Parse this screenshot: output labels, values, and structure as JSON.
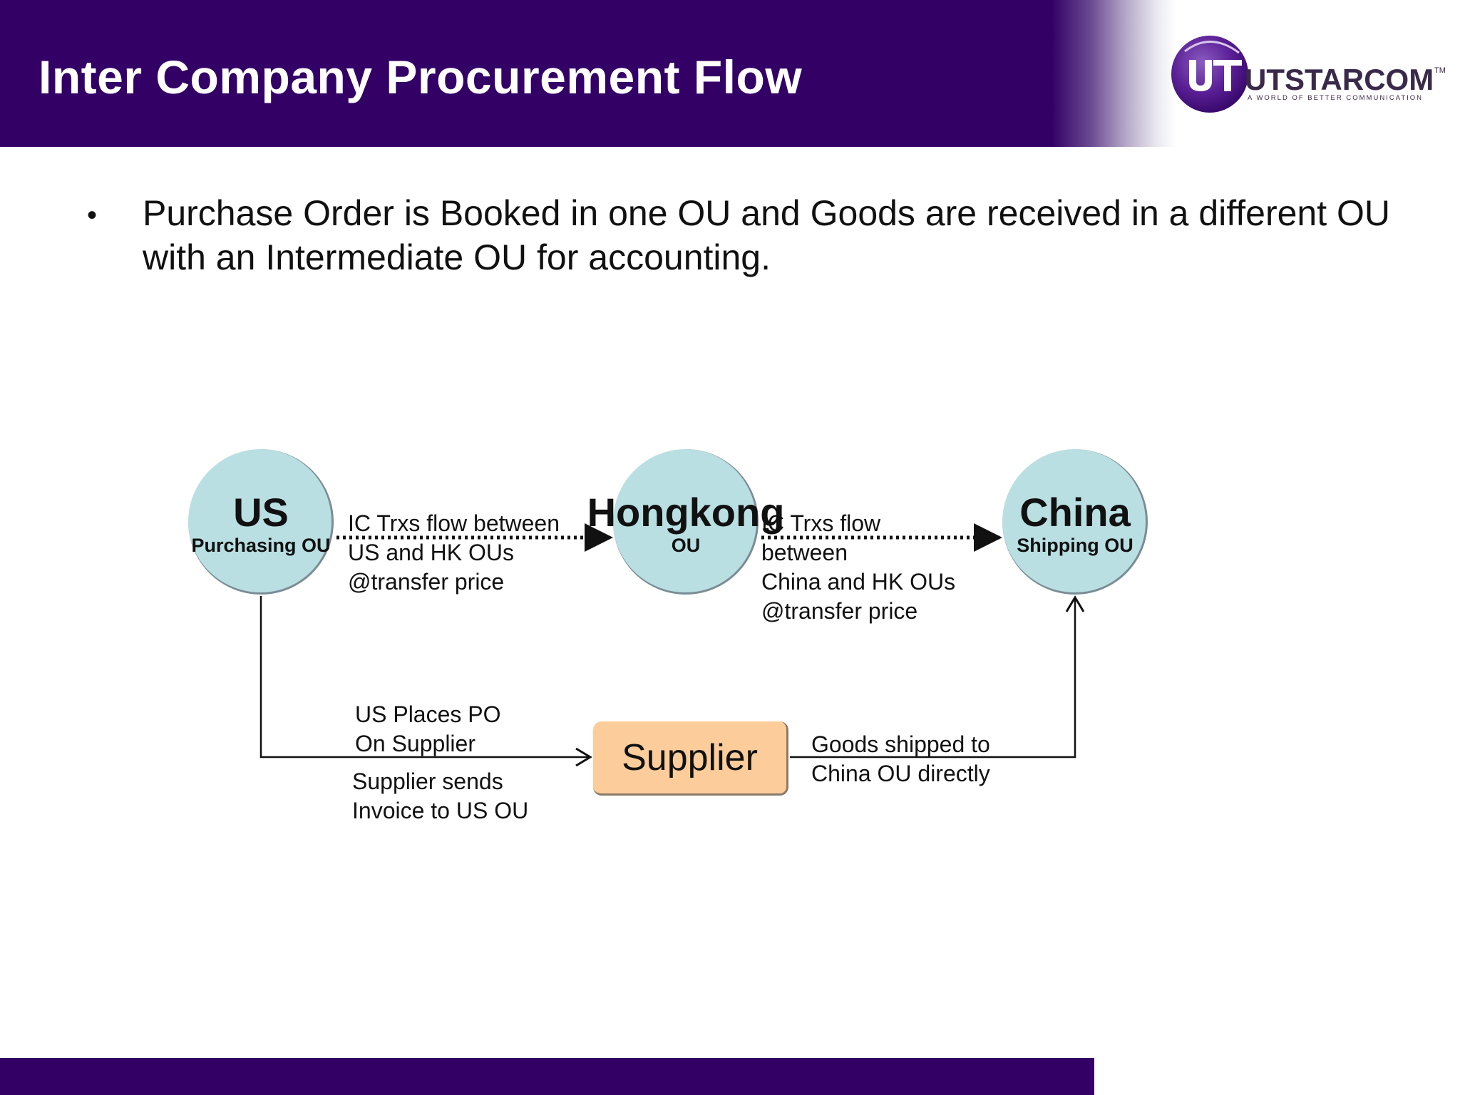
{
  "slide": {
    "title": "Inter Company Procurement Flow",
    "bullet": "Purchase Order is Booked in one OU and Goods are received in a different OU with an Intermediate OU for accounting."
  },
  "logo": {
    "brand": "UTSTARCOM",
    "tagline": "A WORLD OF BETTER COMMUNICATION",
    "trademark": "TM"
  },
  "diagram": {
    "nodes": {
      "us": {
        "name": "US",
        "sub": "Purchasing OU"
      },
      "hongkong": {
        "name": "Hongkong",
        "sub": "OU"
      },
      "china": {
        "name": "China",
        "sub": "Shipping OU"
      },
      "supplier": {
        "name": "Supplier"
      }
    },
    "labels": {
      "us_hk_line1": "IC Trxs flow between",
      "us_hk_line2": "US and HK OUs",
      "us_hk_line3": "@transfer price",
      "hk_china_line1": "IC Trxs flow",
      "hk_china_line2": "between",
      "hk_china_line3": "China and HK OUs",
      "hk_china_line4": "@transfer price",
      "po_line1": "US Places PO",
      "po_line2": "On Supplier",
      "invoice_line1": "Supplier sends",
      "invoice_line2": "Invoice to US OU",
      "goods_line1": "Goods shipped to",
      "goods_line2": "China OU directly"
    }
  },
  "colors": {
    "brand_purple": "#330066",
    "node_fill": "#b9dfe2",
    "supplier_fill": "#fccc9b"
  }
}
